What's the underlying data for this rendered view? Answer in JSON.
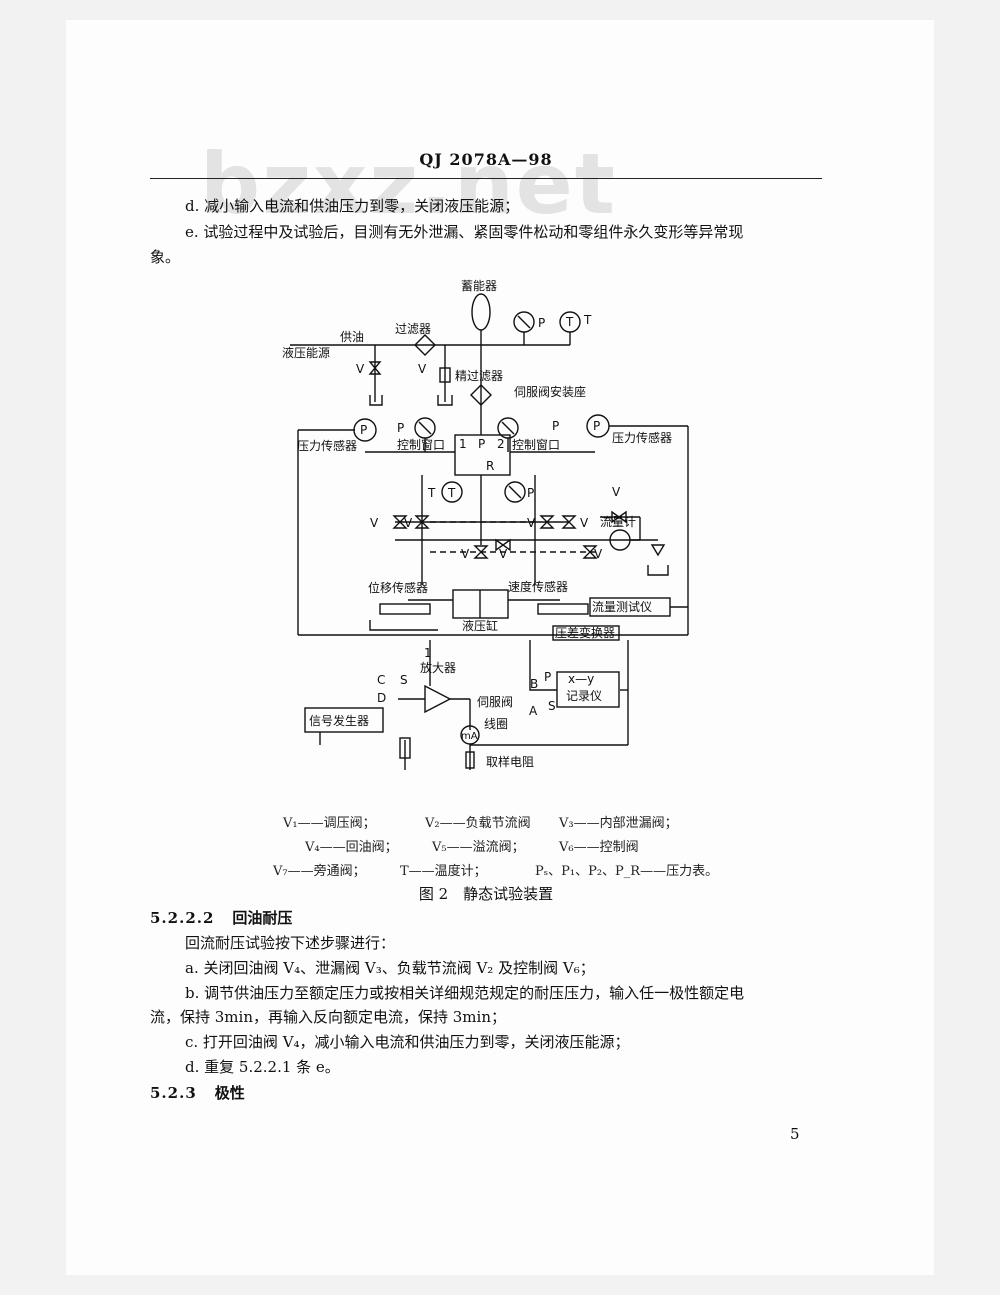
{
  "header": "QJ 2078A—98",
  "watermark": "bzxz.net",
  "para_d": "d. 减小输入电流和供油压力到零，关闭液压能源；",
  "para_e_line1": "e. 试验过程中及试验后，目测有无外泄漏、紧固零件松动和零组件永久变形等异常现",
  "para_e_line2": "象。",
  "diagram": {
    "accumulator": "蓄能器",
    "filter": "过滤器",
    "supply": "供油",
    "power_source": "液压能源",
    "fine_filter": "精过滤器",
    "servo_seat": "伺服阀安装座",
    "ps": "P",
    "t": "T",
    "p1": "P",
    "p2": "P",
    "p1_circle": "P",
    "p2_circle": "P",
    "pressure_sensor_left": "压力传感器",
    "pressure_sensor_right": "压力传感器",
    "control_window_left": "控制窗口",
    "control_window_right": "控制窗口",
    "port_1": "1",
    "port_2": "2",
    "port_p": "P",
    "port_r": "R",
    "t_left": "T",
    "pa": "P",
    "v1": "V",
    "v2": "V",
    "v3": "V",
    "v4": "V",
    "v5": "V",
    "v6": "V",
    "v7": "V",
    "flowmeter": "流量计",
    "displacement_sensor": "位移传感器",
    "velocity_sensor": "速度传感器",
    "cylinder": "液压缸",
    "flow_tester": "流量测试仪",
    "dp_transducer": "压差变换器",
    "amplifier": "放大器",
    "signal_generator": "信号发生器",
    "servo_coil_1": "伺服阀",
    "servo_coil_2": "线圈",
    "ma": "mA",
    "sampling_resistor": "取样电阻",
    "xy": "x—y",
    "recorder": "记录仪",
    "c": "C",
    "d": "D",
    "s2": "S",
    "b": "B",
    "p_small": "P",
    "a": "A",
    "s1": "S",
    "one": "1"
  },
  "legend": {
    "row1": [
      "V₁——调压阀；",
      "V₂——负载节流阀",
      "V₃——内部泄漏阀；"
    ],
    "row2": [
      "V₄——回油阀；",
      "V₅——溢流阀；",
      "V₆——控制阀"
    ],
    "row3": [
      "V₇——旁通阀；",
      "T——温度计；",
      "Pₛ、P₁、P₂、P_R——压力表。"
    ]
  },
  "figure_caption": "图 2　静态试验装置",
  "section_5222": {
    "number": "5.2.2.2",
    "title": "回油耐压"
  },
  "intro": "回流耐压试验按下述步骤进行：",
  "step_a": "a. 关闭回油阀 V₄、泄漏阀 V₃、负载节流阀 V₂ 及控制阀 V₆；",
  "step_b_line1": "b. 调节供油压力至额定压力或按相关详细规范规定的耐压压力，输入任一极性额定电",
  "step_b_line2": "流，保持 3min，再输入反向额定电流，保持 3min；",
  "step_c": "c. 打开回油阀 V₄，减小输入电流和供油压力到零，关闭液压能源；",
  "step_d": "d. 重复 5.2.2.1 条 e。",
  "section_523": {
    "number": "5.2.3",
    "title": "极性"
  },
  "page_number": "5"
}
